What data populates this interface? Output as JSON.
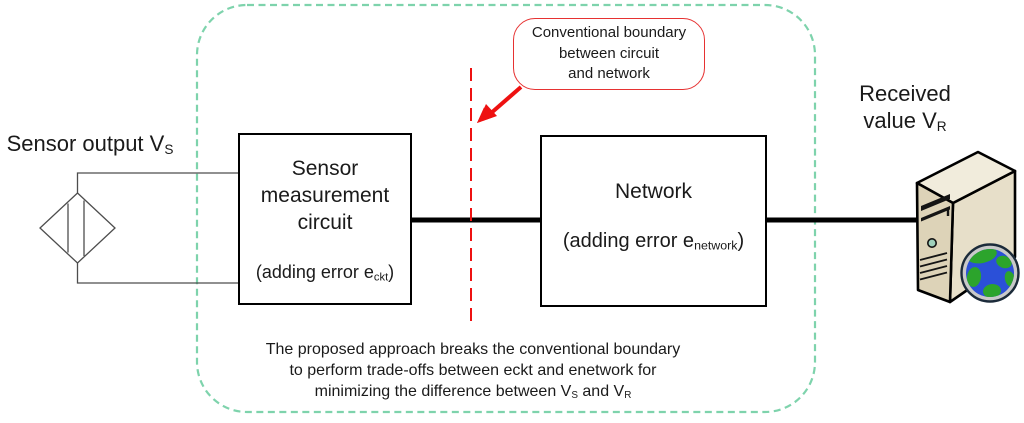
{
  "sensor_output_label": {
    "main": "Sensor output V",
    "sub": "S"
  },
  "circuit_box": {
    "title_lines": [
      "Sensor",
      "measurement",
      "circuit"
    ],
    "error_prefix": "(adding error e",
    "error_sub": "ckt",
    "error_suffix": ")"
  },
  "network_box": {
    "title": "Network",
    "error_prefix": "(adding error e",
    "error_sub": "network",
    "error_suffix": ")"
  },
  "callout": {
    "lines": [
      "Conventional boundary",
      "between circuit",
      "and network"
    ]
  },
  "received_label": {
    "line1": "Received",
    "line2_main": "value V",
    "line2_sub": "R"
  },
  "note": {
    "line1": "The proposed approach breaks the conventional boundary",
    "line2": "to perform trade-offs between eckt and enetwork for",
    "line3_a": "minimizing the difference between V",
    "line3_sub1": "S",
    "line3_b": " and V",
    "line3_sub2": "R"
  },
  "icons": {
    "sensor": "sensor-diamond-icon",
    "server": "server-tower-icon",
    "globe": "globe-icon",
    "arrow": "red-arrow-icon"
  },
  "colors": {
    "boundary_green": "#7ed3ac",
    "annotation_red": "#ee1111",
    "box_border": "#000000",
    "text": "#1a1a1a",
    "tower_front": "#ddd3b8",
    "tower_side": "#e7dfc9",
    "tower_top": "#f1ecdc",
    "globe_ocean": "#2b50d8",
    "globe_land": "#2ca42c"
  }
}
